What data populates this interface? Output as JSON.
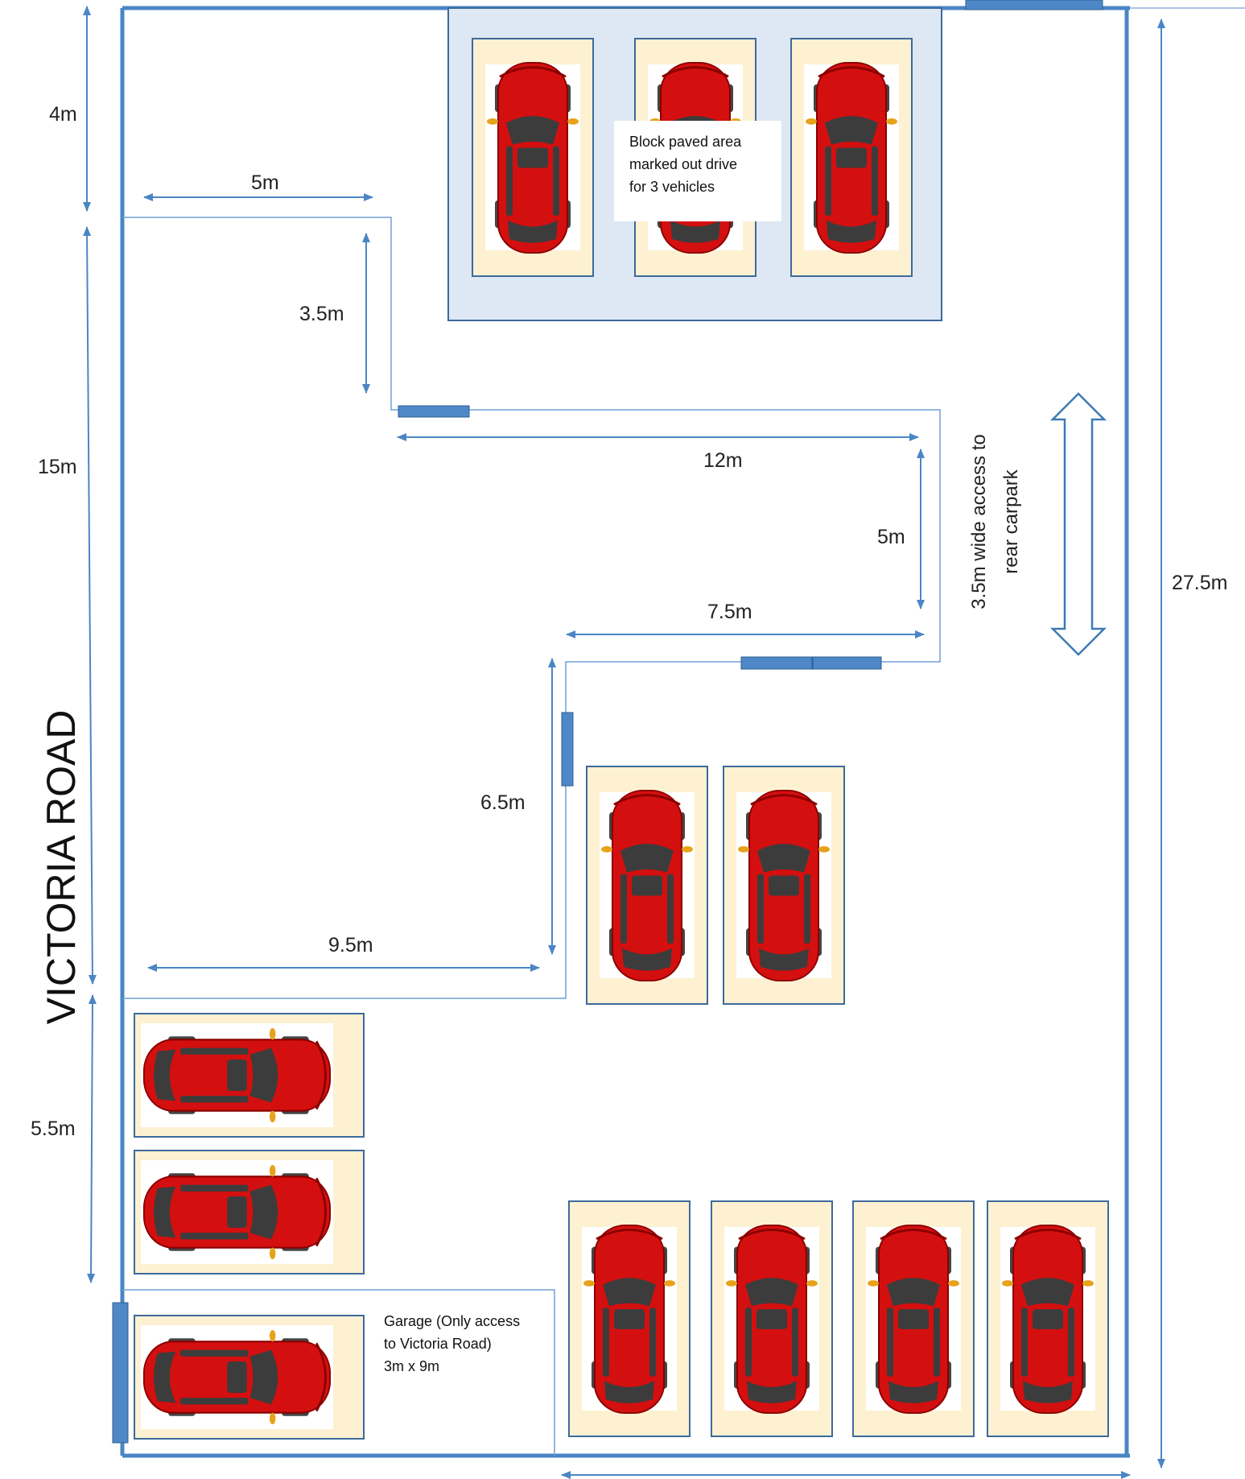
{
  "road_label": "VICTORIA ROAD",
  "dimensions": {
    "top_left": "4m",
    "side_left_mid": "15m",
    "side_left_low": "5.5m",
    "right_overall": "27.5m",
    "upper_width": "5m",
    "step_depth": "3.5m",
    "middle_width": "12m",
    "middle_depth": "5m",
    "lower_step_width": "7.5m",
    "lower_depth": "6.5m",
    "lower_width": "9.5m"
  },
  "notes": {
    "block_paved": [
      "Block paved  area",
      "marked out drive",
      "for 3 vehicles"
    ],
    "garage": [
      "Garage (Only access",
      "to Victoria Road)",
      "3m x 9m"
    ],
    "access": [
      "3.5m wide access to",
      "rear carpark"
    ]
  },
  "colors": {
    "boundary": "#4a86c5",
    "thin_line": "#6fa0d3",
    "paved_fill": "#dde8f4",
    "bay_fill": "#fdf1d2",
    "bay_border": "#3c6a9c",
    "car_body": "#d40f0f",
    "car_dark": "#8a0000",
    "car_glass": "#3c3c3c",
    "mirror": "#e8a21a",
    "block_fill": "#4f88c6"
  },
  "parking_bays": {
    "paved_area_vertical": 3,
    "middle_vertical": 2,
    "left_horizontal": 2,
    "garage_horizontal": 1,
    "bottom_vertical": 4
  }
}
